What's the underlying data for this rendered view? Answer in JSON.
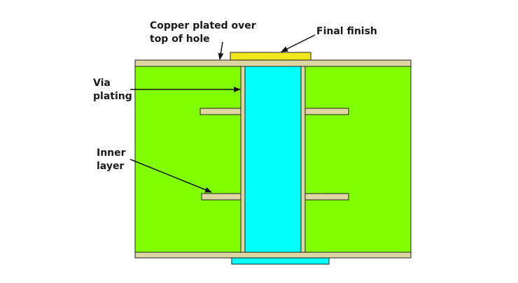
{
  "diagram": {
    "labels": {
      "copper_line1": "Copper plated over",
      "copper_line2": "top of hole",
      "final_finish": "Final finish",
      "via_line1": "Via",
      "via_line2": "plating",
      "inner_line1": "Inner",
      "inner_line2": "layer"
    },
    "colors": {
      "board": "#80ff00",
      "copper": "#ded7a3",
      "via_fill": "#00ffff",
      "final_finish": "#f2e61d",
      "outline": "#222222"
    }
  }
}
